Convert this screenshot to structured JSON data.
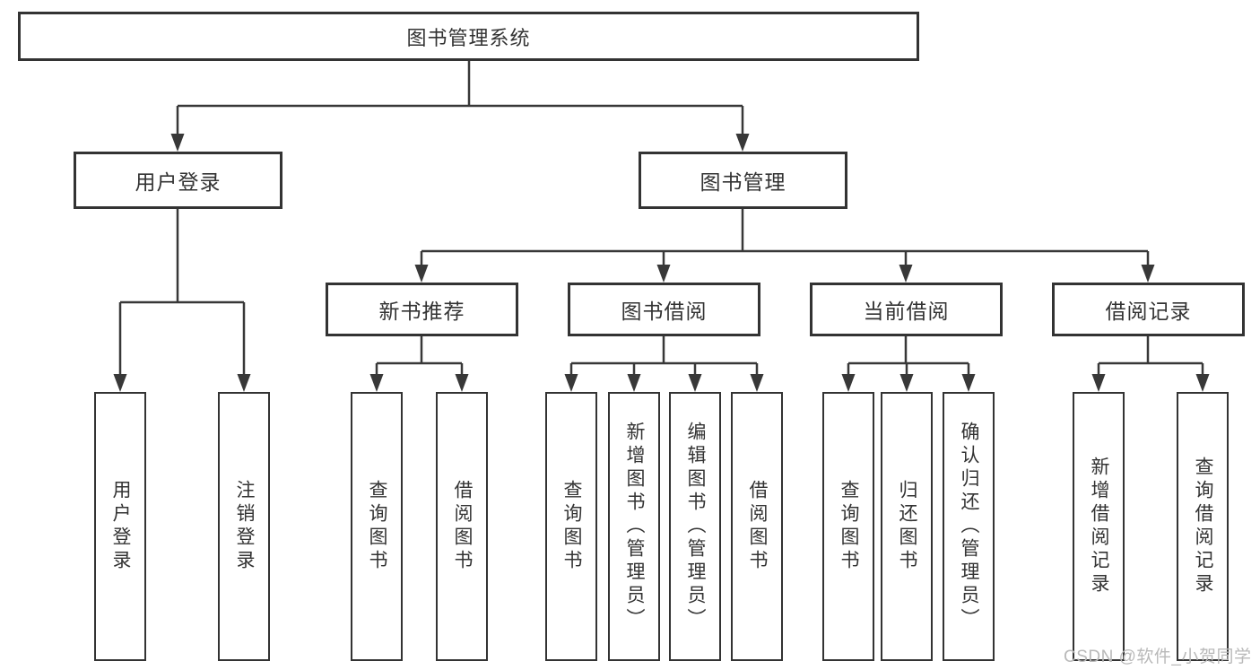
{
  "diagram": {
    "title": "图书管理系统",
    "level2": {
      "user_login": "用户登录",
      "book_mgmt": "图书管理"
    },
    "level3": {
      "new_books": "新书推荐",
      "borrowing": "图书借阅",
      "current": "当前借阅",
      "records": "借阅记录"
    },
    "leaves": {
      "user_login": [
        "用户登录",
        "注销登录"
      ],
      "new_books": [
        "查询图书",
        "借阅图书"
      ],
      "borrowing": [
        "查询图书",
        "新增图书（管理员）",
        "编辑图书（管理员）",
        "借阅图书"
      ],
      "current": [
        "查询图书",
        "归还图书",
        "确认归还（管理员）"
      ],
      "records": [
        "新增借阅记录",
        "查询借阅记录"
      ]
    }
  },
  "watermark": {
    "text": "CSDN @软件_小贺同学",
    "color": "#b9b9b9"
  },
  "colors": {
    "line": "#383838",
    "text": "#333333",
    "background": "#ffffff"
  }
}
